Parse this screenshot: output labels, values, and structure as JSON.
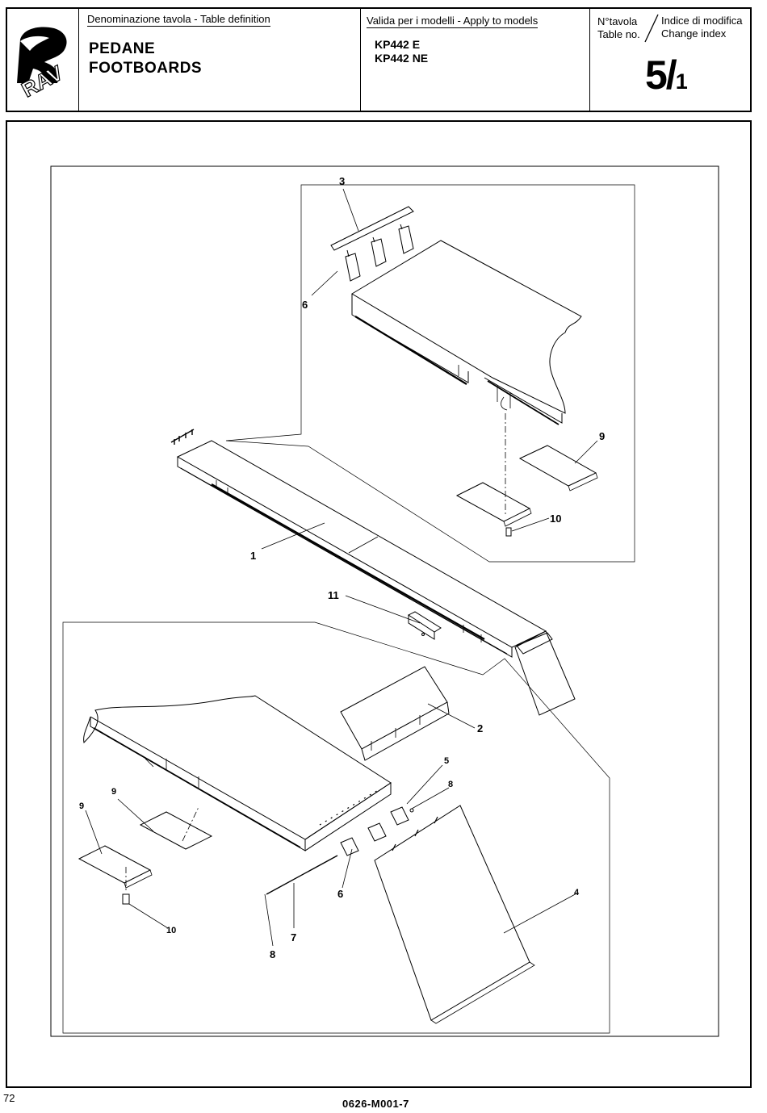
{
  "header": {
    "logo_text": "RAV",
    "definition_label": "Denominazione tavola - Table definition",
    "title_it": "PEDANE",
    "title_en": "FOOTBOARDS",
    "models_label": "Valida per i modelli - Apply to models",
    "models": [
      "KP442 E",
      "KP442 NE"
    ],
    "table_no_label_it": "N°tavola",
    "table_no_label_en": "Table no.",
    "change_index_label_it": "Indice di modifica",
    "change_index_label_en": "Change index",
    "table_number": "5/",
    "change_index": "1"
  },
  "callouts": [
    "1",
    "2",
    "3",
    "4",
    "5",
    "6",
    "6",
    "7",
    "8",
    "8",
    "9",
    "9",
    "9",
    "10",
    "10",
    "11"
  ],
  "footer": {
    "page_number": "72",
    "document_code": "0626-M001-7"
  }
}
